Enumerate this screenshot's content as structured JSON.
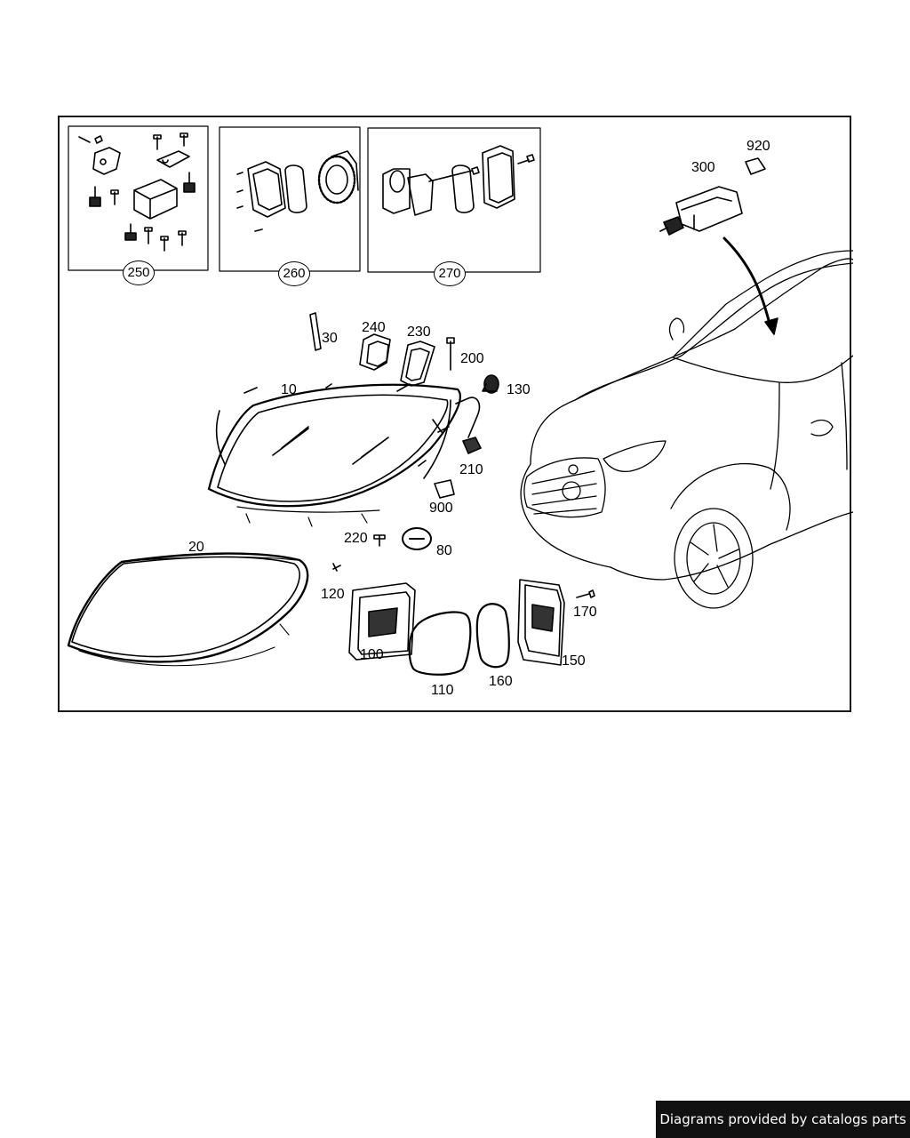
{
  "diagram": {
    "kits": [
      {
        "id": "kit-250",
        "label": "250"
      },
      {
        "id": "kit-260",
        "label": "260"
      },
      {
        "id": "kit-270",
        "label": "270"
      }
    ],
    "callouts": {
      "c300": "300",
      "c920": "920",
      "c30": "30",
      "c240": "240",
      "c230": "230",
      "c200": "200",
      "c130": "130",
      "c10": "10",
      "c210": "210",
      "c900": "900",
      "c220": "220",
      "c80": "80",
      "c20": "20",
      "c120": "120",
      "c100": "100",
      "c110": "110",
      "c160": "160",
      "c170": "170",
      "c150": "150"
    }
  },
  "footer": {
    "text": "Diagrams provided by catalogs parts"
  }
}
